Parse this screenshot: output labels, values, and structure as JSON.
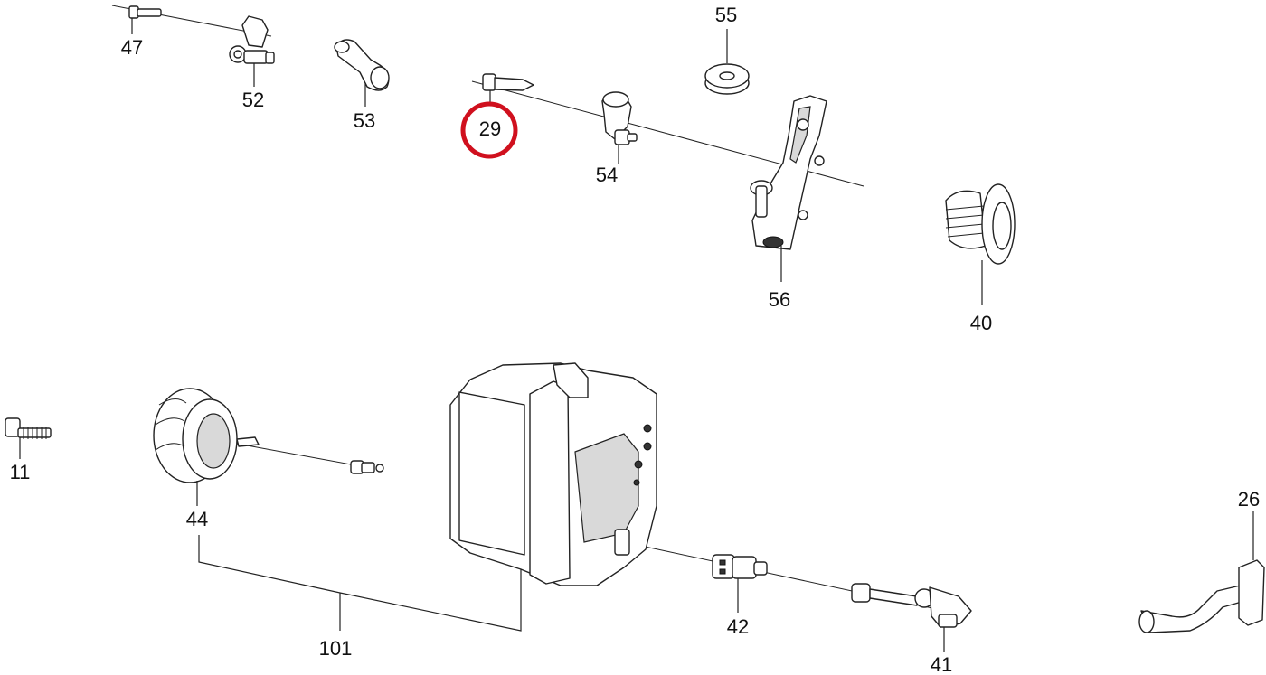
{
  "labels": {
    "p47": "47",
    "p52": "52",
    "p53": "53",
    "p29": "29",
    "p55": "55",
    "p54": "54",
    "p56": "56",
    "p40": "40",
    "p11": "11",
    "p44": "44",
    "p101": "101",
    "p42": "42",
    "p41": "41",
    "p26": "26"
  },
  "highlight": {
    "part": "29",
    "color": "#d0101e"
  }
}
